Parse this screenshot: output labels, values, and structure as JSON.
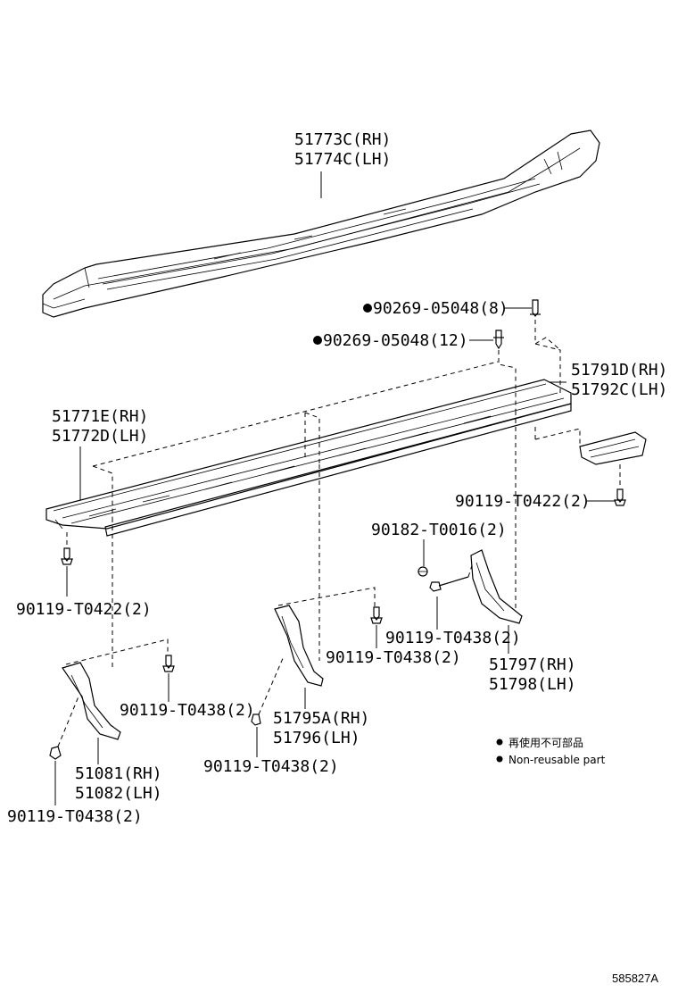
{
  "labels": {
    "step_cover": [
      "51773C(RH)",
      "51774C(LH)"
    ],
    "clip_8": "90269-05048(8)",
    "clip_12": "90269-05048(12)",
    "end_cap": [
      "51791D(RH)",
      "51792C(LH)"
    ],
    "step_board": [
      "51771E(RH)",
      "51772D(LH)"
    ],
    "screw_end_cap": "90119-T0422(2)",
    "nut": "90182-T0016(2)",
    "screw_left": "90119-T0422(2)",
    "bolt_rear_bracket": "90119-T0438(2)",
    "rear_bracket": [
      "51797(RH)",
      "51798(LH)"
    ],
    "bolt_mid_bracket": "90119-T0438(2)",
    "mid_bracket": [
      "51795A(RH)",
      "51796(LH)"
    ],
    "bolt_front_bracket_top": "90119-T0438(2)",
    "bolt_mid_bracket_low": "90119-T0438(2)",
    "front_bracket": [
      "51081(RH)",
      "51082(LH)"
    ],
    "bolt_front_bracket_low": "90119-T0438(2)"
  },
  "legend": {
    "line1": "再使用不可部品",
    "line2": "Non-reusable part"
  },
  "reference": "585827A"
}
